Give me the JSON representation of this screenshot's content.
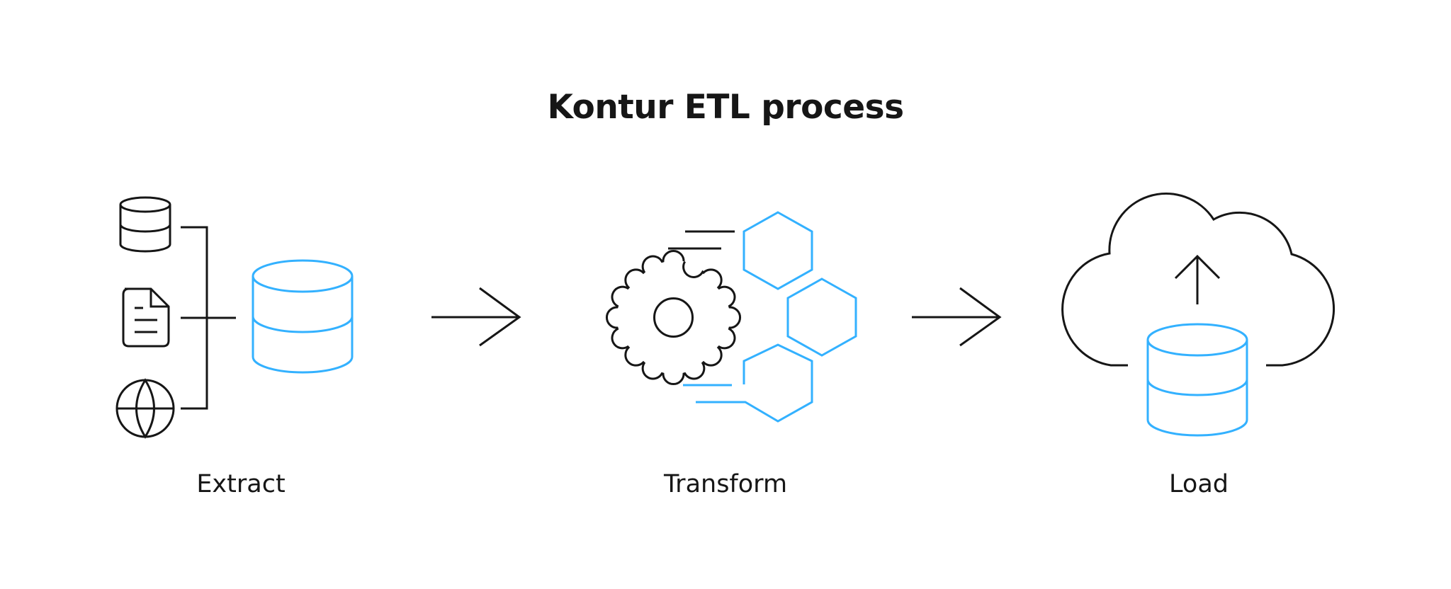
{
  "title": "Kontur ETL process",
  "stages": [
    {
      "label": "Extract",
      "icons": [
        "database-icon",
        "document-icon",
        "globe-icon",
        "database-icon"
      ]
    },
    {
      "label": "Transform",
      "icons": [
        "gear-icon",
        "hexagon-icon"
      ]
    },
    {
      "label": "Load",
      "icons": [
        "cloud-icon",
        "upload-arrow-icon",
        "database-icon"
      ]
    }
  ],
  "connectors": [
    "arrow-right-icon",
    "arrow-right-icon"
  ],
  "colors": {
    "ink": "#161616",
    "accent": "#33b1ff",
    "background": "#ffffff"
  }
}
